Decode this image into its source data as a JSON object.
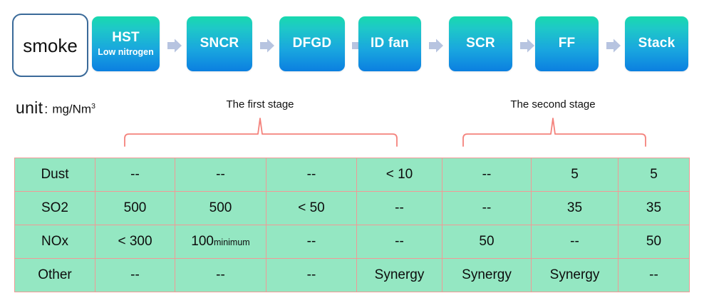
{
  "flow": {
    "source": {
      "label": "smoke"
    },
    "nodes": [
      {
        "name": "hst",
        "label": "HST",
        "sublabel": "Low nitrogen"
      },
      {
        "name": "sncr",
        "label": "SNCR",
        "sublabel": ""
      },
      {
        "name": "dfgd",
        "label": "DFGD",
        "sublabel": ""
      },
      {
        "name": "idfan",
        "label": "ID fan",
        "sublabel": ""
      },
      {
        "name": "scr",
        "label": "SCR",
        "sublabel": ""
      },
      {
        "name": "ff",
        "label": "FF",
        "sublabel": ""
      },
      {
        "name": "stack",
        "label": "Stack",
        "sublabel": ""
      }
    ],
    "arrow_icon": "right-arrow-icon",
    "node_gradient_top": "#18d9ae",
    "node_gradient_bottom": "#0b7fe0",
    "arrow_color": "#b7c4e0",
    "source_border_color": "#3a6a99"
  },
  "unit": {
    "word": "unit",
    "colon": ":",
    "value_base": "mg/Nm",
    "value_sup": "3"
  },
  "stages": [
    {
      "name": "first-stage",
      "label": "The first stage"
    },
    {
      "name": "second-stage",
      "label": "The second stage"
    }
  ],
  "bracket_color": "#f4827c",
  "table": {
    "cell_background": "#94e7c2",
    "border_color": "#f09a96",
    "rows": [
      {
        "name": "dust",
        "head": "Dust",
        "cells": [
          "--",
          "--",
          "--",
          "< 10",
          "--",
          "5",
          "5"
        ]
      },
      {
        "name": "so2",
        "head": "SO2",
        "cells": [
          "500",
          "500",
          "< 50",
          "--",
          "--",
          "35",
          "35"
        ]
      },
      {
        "name": "nox",
        "head": "NOx",
        "cells": [
          "< 300",
          "100|minimum",
          "--",
          "--",
          "50",
          "--",
          "50"
        ]
      },
      {
        "name": "other",
        "head": "Other",
        "cells": [
          "--",
          "--",
          "--",
          "Synergy",
          "Synergy",
          "Synergy",
          "--"
        ]
      }
    ]
  }
}
